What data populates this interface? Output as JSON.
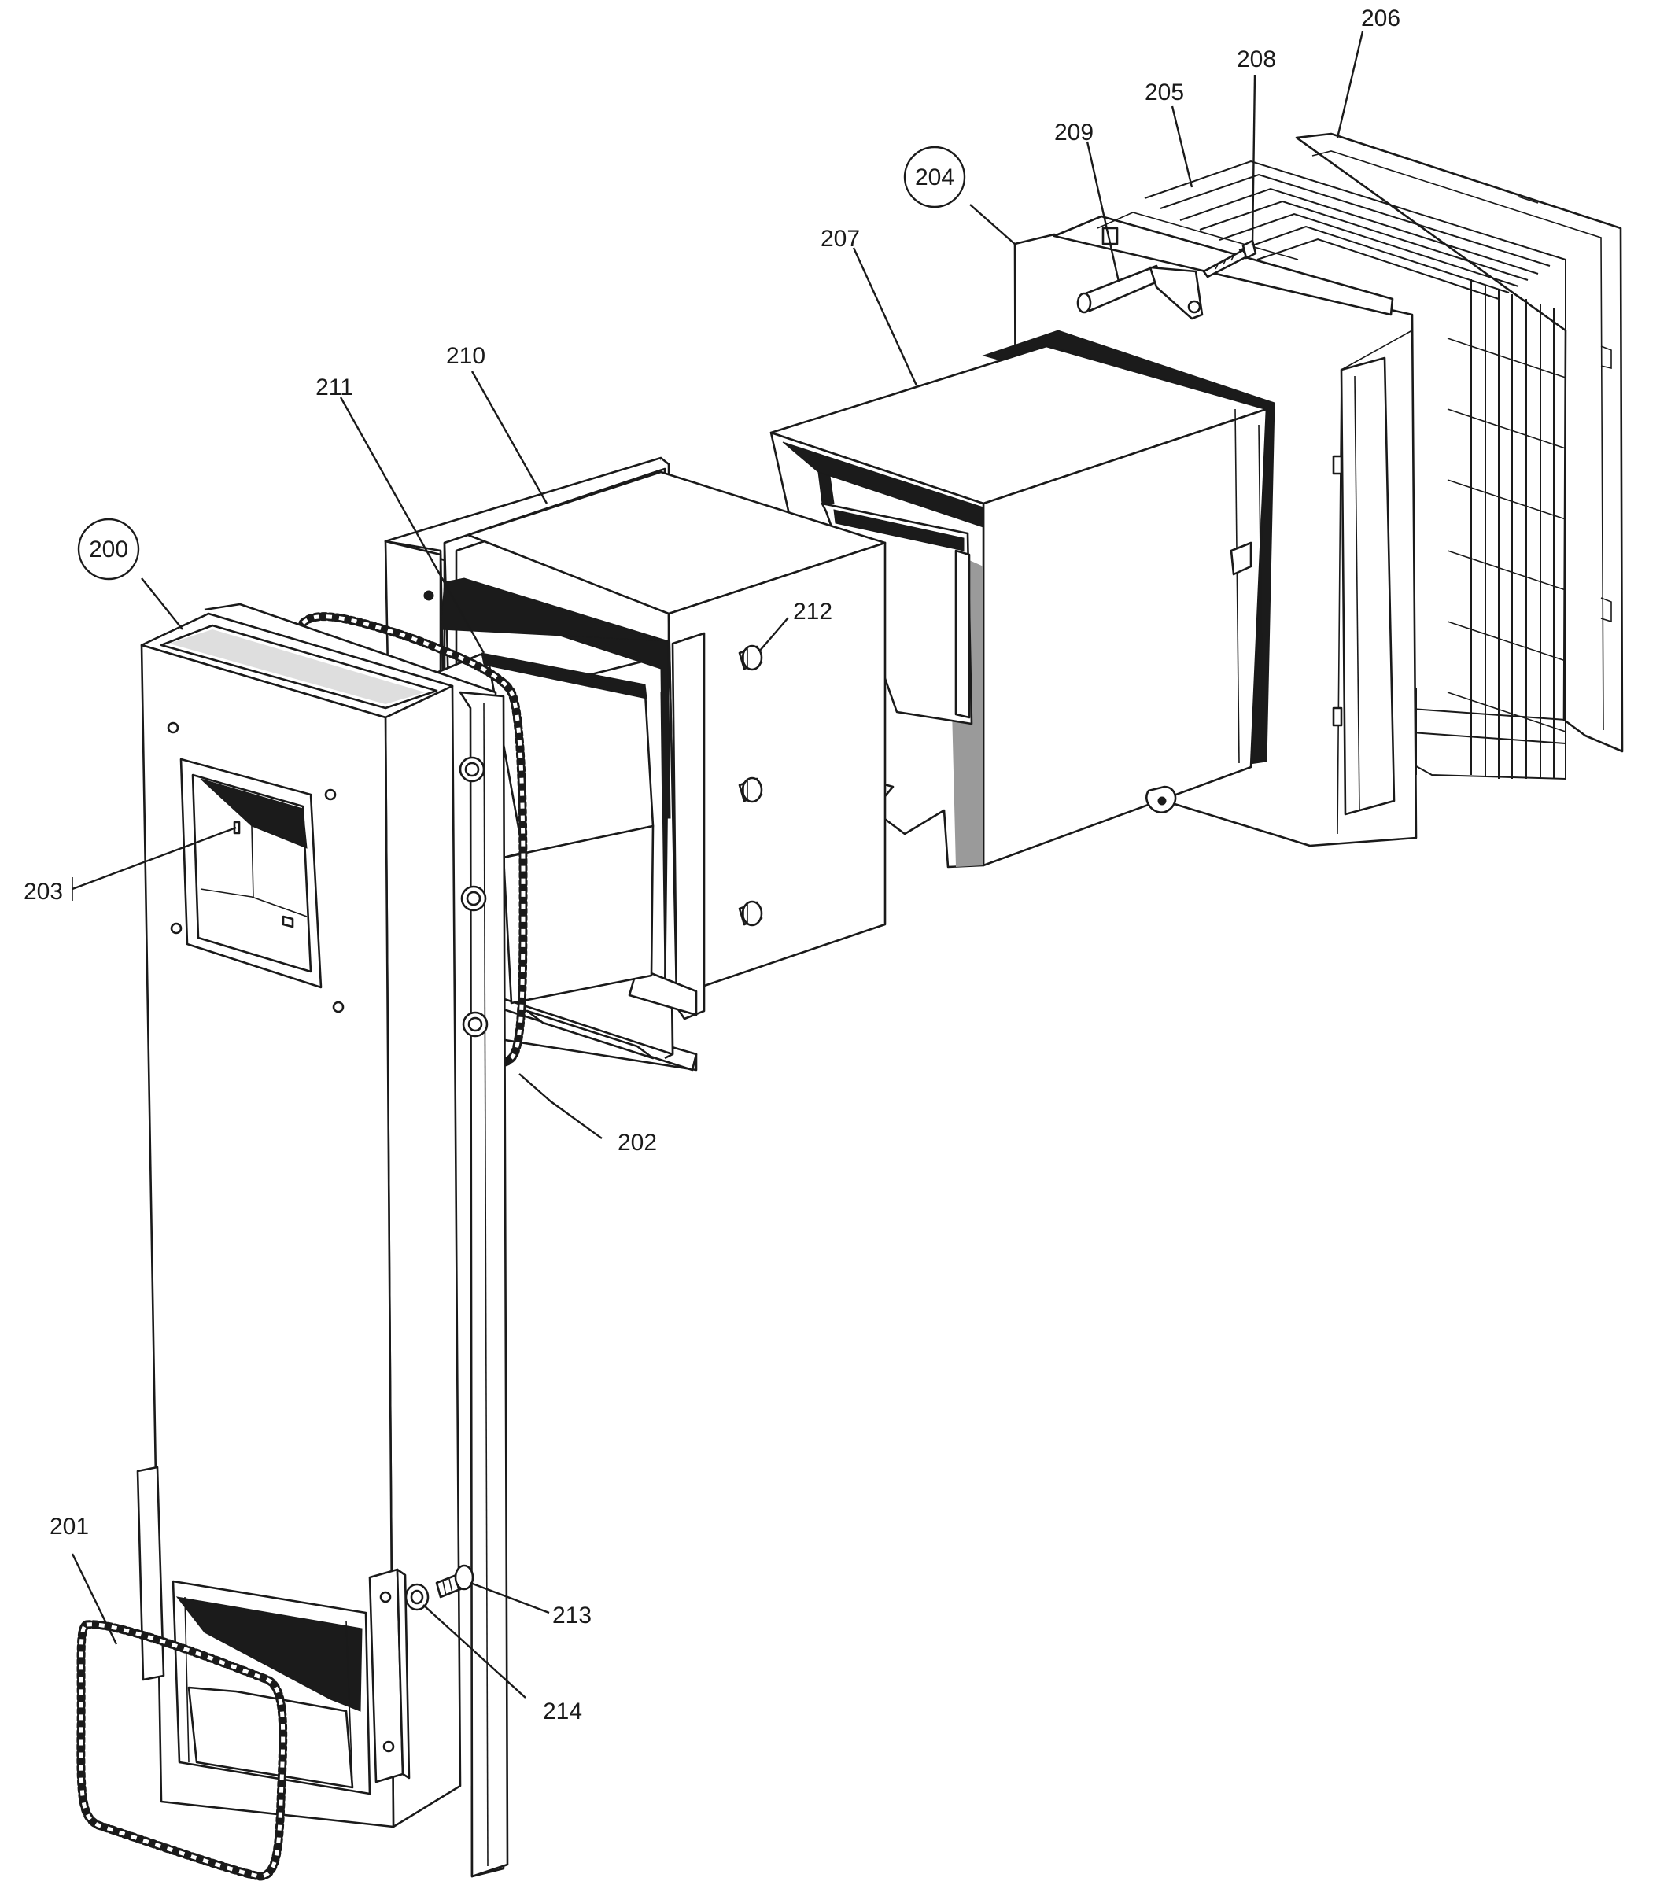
{
  "callouts": [
    {
      "id": "p200",
      "text": "200",
      "circled": true
    },
    {
      "id": "p201",
      "text": "201",
      "circled": false
    },
    {
      "id": "p202",
      "text": "202",
      "circled": false
    },
    {
      "id": "p203",
      "text": "203",
      "circled": false
    },
    {
      "id": "p204",
      "text": "204",
      "circled": true
    },
    {
      "id": "p205",
      "text": "205",
      "circled": false
    },
    {
      "id": "p206",
      "text": "206",
      "circled": false
    },
    {
      "id": "p207",
      "text": "207",
      "circled": false
    },
    {
      "id": "p208",
      "text": "208",
      "circled": false
    },
    {
      "id": "p209",
      "text": "209",
      "circled": false
    },
    {
      "id": "p210",
      "text": "210",
      "circled": false
    },
    {
      "id": "p211",
      "text": "211",
      "circled": false
    },
    {
      "id": "p212",
      "text": "212",
      "circled": false
    },
    {
      "id": "p213",
      "text": "213",
      "circled": false
    },
    {
      "id": "p214",
      "text": "214",
      "circled": false
    }
  ]
}
